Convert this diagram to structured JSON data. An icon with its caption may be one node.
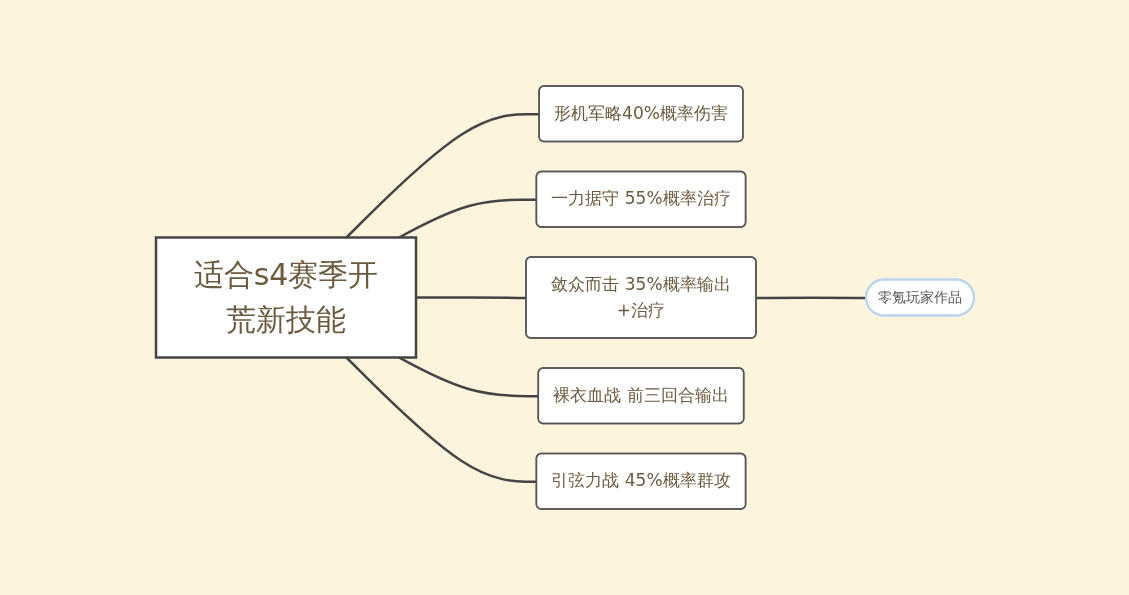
{
  "diagram": {
    "nodes": [
      {
        "text": [
          "适合s4赛季开荒新技能"
        ]
      },
      {
        "text": [
          "形机军略40%概率伤害"
        ]
      },
      {
        "text": [
          "一力据守 55%概率治疗"
        ]
      },
      {
        "text": [
          "敛众而击 35%概率输出+治疗"
        ]
      },
      {
        "text": [
          "裸衣血战 前三回合输出"
        ]
      },
      {
        "text": [
          "引弦力战 45%概率群攻"
        ]
      },
      {
        "text": [
          "零氪玩家作品"
        ]
      }
    ],
    "edges": [
      {
        "from": 0,
        "to": 1,
        "arrow": "none"
      },
      {
        "from": 0,
        "to": 2,
        "arrow": "none"
      },
      {
        "from": 0,
        "to": 3,
        "arrow": "none"
      },
      {
        "from": 0,
        "to": 4,
        "arrow": "none"
      },
      {
        "from": 0,
        "to": 5,
        "arrow": "none"
      },
      {
        "from": 3,
        "to": 6,
        "arrow": "none"
      }
    ]
  }
}
